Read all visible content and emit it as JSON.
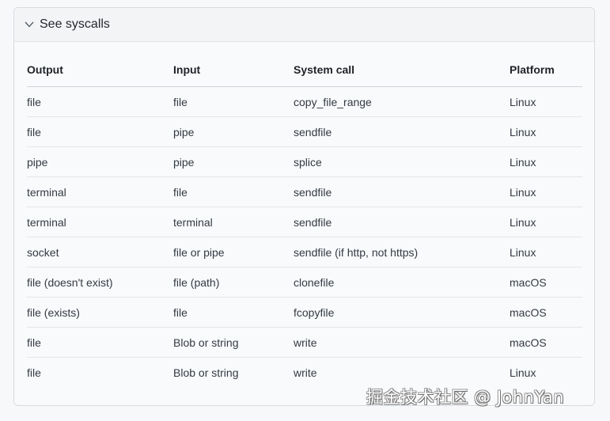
{
  "details": {
    "summary_label": "See syscalls",
    "expanded": true,
    "icon": "chevron-down-icon"
  },
  "table": {
    "headers": [
      "Output",
      "Input",
      "System call",
      "Platform"
    ],
    "rows": [
      [
        "file",
        "file",
        "copy_file_range",
        "Linux"
      ],
      [
        "file",
        "pipe",
        "sendfile",
        "Linux"
      ],
      [
        "pipe",
        "pipe",
        "splice",
        "Linux"
      ],
      [
        "terminal",
        "file",
        "sendfile",
        "Linux"
      ],
      [
        "terminal",
        "terminal",
        "sendfile",
        "Linux"
      ],
      [
        "socket",
        "file or pipe",
        "sendfile (if http, not https)",
        "Linux"
      ],
      [
        "file (doesn't exist)",
        "file (path)",
        "clonefile",
        "macOS"
      ],
      [
        "file (exists)",
        "file",
        "fcopyfile",
        "macOS"
      ],
      [
        "file",
        "Blob or string",
        "write",
        "macOS"
      ],
      [
        "file",
        "Blob or string",
        "write",
        "Linux"
      ]
    ]
  },
  "watermark": "掘金技术社区 @ JohnYan"
}
